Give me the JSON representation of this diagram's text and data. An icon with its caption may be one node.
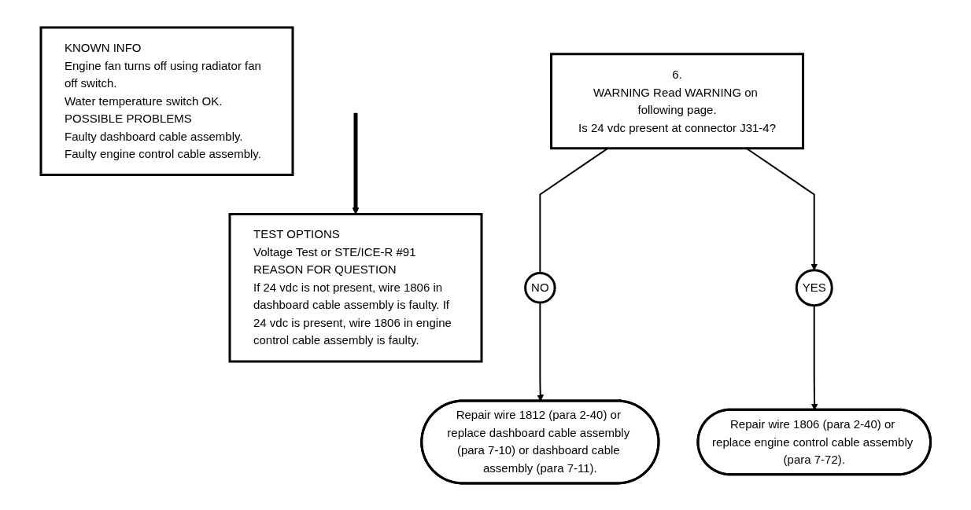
{
  "diagram": {
    "nodes": [
      {
        "text": [
          "KNOWN INFO",
          "Engine fan turns off using radiator fan off switch.",
          "Water temperature switch OK.",
          "POSSIBLE PROBLEMS",
          "Faulty dashboard cable assembly.",
          "Faulty engine control cable assembly."
        ]
      },
      {
        "text": [
          "6.",
          "WARNING Read WARNING on following page.",
          "Is 24 vdc present at connector J31-4?"
        ]
      },
      {
        "text": [
          "TEST OPTIONS",
          "Voltage Test or STE/ICE-R #91",
          "REASON FOR QUESTION",
          "If 24 vdc is not present, wire 1806 in dashboard cable assembly is faulty. If 24 vdc is present, wire 1806 in engine control cable assembly is faulty."
        ]
      },
      {
        "text": [
          "NO"
        ]
      },
      {
        "text": [
          "Repair wire 1812 (para 2-40) or replace dashboard cable assembly (para 7-10) or dashboard cable assembly (para 7-11)."
        ]
      },
      {
        "text": [
          "YES"
        ]
      },
      {
        "text": [
          "Repair wire 1806 (para 2-40) or replace engine control cable assembly (para 7-72)."
        ]
      }
    ],
    "edges": [
      {
        "from": 1,
        "to": 3,
        "arrow": "none"
      },
      {
        "from": 3,
        "to": 4,
        "arrow": "to"
      },
      {
        "from": 1,
        "to": 5,
        "arrow": "to"
      },
      {
        "from": 5,
        "to": 6,
        "arrow": "to"
      },
      {
        "from": null,
        "to": 2,
        "arrow": "to",
        "style": "thick"
      }
    ]
  }
}
